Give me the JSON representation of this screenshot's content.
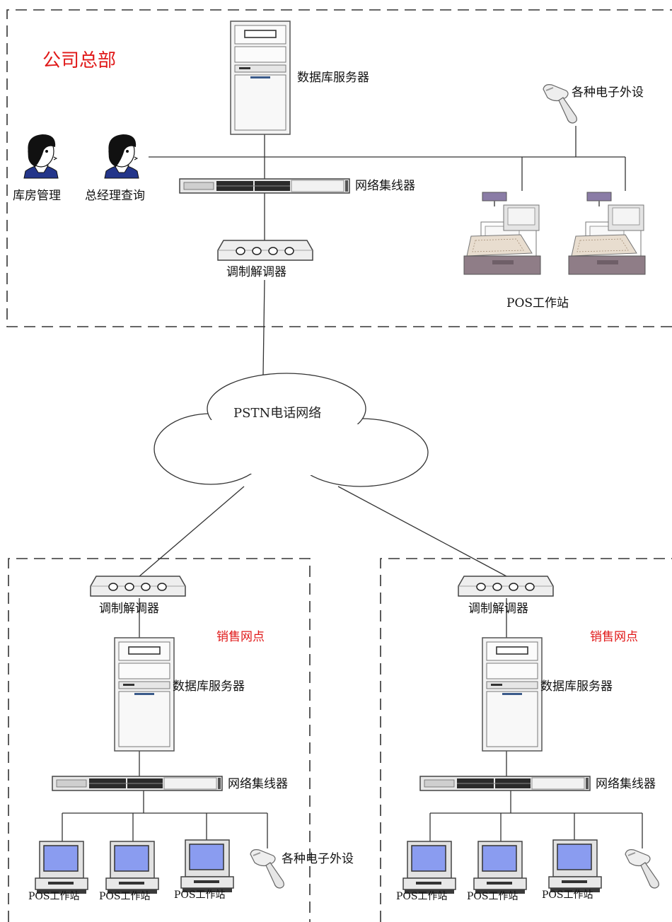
{
  "headquarters": {
    "title": "公司总部",
    "db_server": "数据库服务器",
    "peripherals": "各种电子外设",
    "warehouse_mgmt": "库房管理",
    "gm_query": "总经理查询",
    "hub": "网络集线器",
    "modem": "调制解调器",
    "pos_station": "POS工作站"
  },
  "network": {
    "cloud_label": "PSTN电话网络"
  },
  "branch_left": {
    "modem": "调制解调器",
    "title": "销售网点",
    "db_server": "数据库服务器",
    "hub": "网络集线器",
    "peripherals": "各种电子外设",
    "pos_labels": [
      "POS工作站",
      "POS工作站",
      "POS工作站"
    ]
  },
  "branch_right": {
    "modem": "调制解调器",
    "title": "销售网点",
    "db_server": "数据库服务器",
    "hub": "网络集线器",
    "pos_labels": [
      "POS工作站",
      "POS工作站",
      "POS工作站"
    ]
  },
  "colors": {
    "accent_red": "#e01818",
    "line": "#333333",
    "screen_blue": "#8a9cf0",
    "register_purple": "#8a7ca6"
  }
}
